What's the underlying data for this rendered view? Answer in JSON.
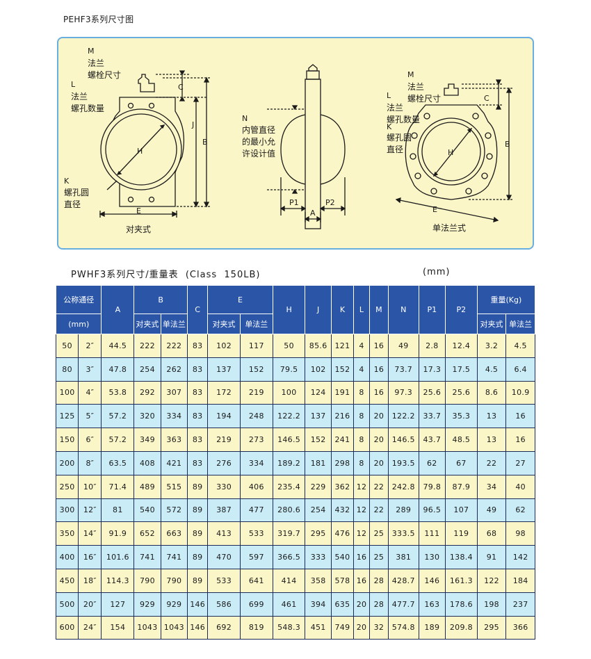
{
  "page_title": "PEHF3系列尺寸图",
  "diagram": {
    "wafer": {
      "caption": "对夹式",
      "m_letter": "M",
      "m_label1": "法兰",
      "m_label2": "螺栓尺寸",
      "l_letter": "L",
      "l_label1": "法兰",
      "l_label2": "螺孔数量",
      "k_letter": "K",
      "k_label1": "螺孔圆",
      "k_label2": "直径",
      "c": "C",
      "j": "J",
      "b": "B",
      "h": "H",
      "e": "E"
    },
    "side": {
      "n_letter": "N",
      "n_label1": "内管直径",
      "n_label2": "的最小允",
      "n_label3": "许设计值",
      "p1": "P1",
      "p2": "P2",
      "a": "A"
    },
    "lug": {
      "caption": "单法兰式",
      "m_letter": "M",
      "m_label1": "法兰",
      "m_label2": "螺栓尺寸",
      "l_letter": "L",
      "l_label1": "法兰",
      "l_label2": "螺孔数量",
      "k_letter": "K",
      "k_label1": "螺孔圆",
      "k_label2": "直径",
      "c": "C",
      "b": "B",
      "h": "H",
      "e": "E"
    }
  },
  "table_title": "PWHF3系列尺寸/重量表  (Class  150LB)",
  "table_unit": "(mm)",
  "headers": {
    "nominal": "公称通径",
    "nominal_unit": "(mm)",
    "a": "A",
    "b": "B",
    "c": "C",
    "e": "E",
    "h": "H",
    "j": "J",
    "k": "K",
    "l": "L",
    "m": "M",
    "n": "N",
    "p1": "P1",
    "p2": "P2",
    "weight": "重量(Kg)",
    "wafer": "对夹式",
    "lug": "单法兰"
  },
  "rows": [
    [
      "50",
      "2″",
      "44.5",
      "222",
      "222",
      "83",
      "102",
      "117",
      "50",
      "85.6",
      "121",
      "4",
      "16",
      "49",
      "2.8",
      "12.4",
      "3.2",
      "4.5"
    ],
    [
      "80",
      "3″",
      "47.8",
      "254",
      "262",
      "83",
      "137",
      "152",
      "79.5",
      "102",
      "152",
      "4",
      "16",
      "73.7",
      "17.3",
      "17.5",
      "4.5",
      "6.4"
    ],
    [
      "100",
      "4″",
      "53.8",
      "292",
      "307",
      "83",
      "172",
      "219",
      "100",
      "124",
      "191",
      "8",
      "16",
      "97.3",
      "25.6",
      "25.6",
      "8.6",
      "10.9"
    ],
    [
      "125",
      "5″",
      "57.2",
      "320",
      "334",
      "83",
      "194",
      "248",
      "122.2",
      "137",
      "216",
      "8",
      "20",
      "122.2",
      "33.7",
      "35.3",
      "13",
      "16"
    ],
    [
      "150",
      "6″",
      "57.2",
      "349",
      "363",
      "83",
      "219",
      "273",
      "146.5",
      "152",
      "241",
      "8",
      "20",
      "146.5",
      "43.7",
      "48.5",
      "13",
      "16"
    ],
    [
      "200",
      "8″",
      "63.5",
      "408",
      "421",
      "83",
      "276",
      "334",
      "189.2",
      "181",
      "298",
      "8",
      "20",
      "193.5",
      "62",
      "67",
      "22",
      "27"
    ],
    [
      "250",
      "10″",
      "71.4",
      "489",
      "515",
      "89",
      "330",
      "406",
      "235.4",
      "229",
      "362",
      "12",
      "22",
      "242.8",
      "79.8",
      "87.9",
      "34",
      "40"
    ],
    [
      "300",
      "12″",
      "81",
      "540",
      "572",
      "89",
      "387",
      "477",
      "280.6",
      "254",
      "432",
      "12",
      "22",
      "289",
      "96.5",
      "107",
      "49",
      "62"
    ],
    [
      "350",
      "14″",
      "91.9",
      "652",
      "663",
      "89",
      "413",
      "533",
      "319.7",
      "295",
      "476",
      "12",
      "25",
      "333.5",
      "111",
      "119",
      "68",
      "98"
    ],
    [
      "400",
      "16″",
      "101.6",
      "741",
      "741",
      "89",
      "470",
      "597",
      "366.5",
      "333",
      "540",
      "16",
      "25",
      "381",
      "130",
      "138.4",
      "91",
      "142"
    ],
    [
      "450",
      "18″",
      "114.3",
      "790",
      "790",
      "89",
      "533",
      "641",
      "414",
      "358",
      "578",
      "16",
      "28",
      "428.7",
      "146",
      "161.3",
      "122",
      "184"
    ],
    [
      "500",
      "20″",
      "127",
      "929",
      "929",
      "146",
      "586",
      "699",
      "461",
      "394",
      "635",
      "20",
      "28",
      "477.7",
      "163",
      "178.6",
      "198",
      "237"
    ],
    [
      "600",
      "24″",
      "154",
      "1043",
      "1043",
      "146",
      "692",
      "819",
      "548.3",
      "451",
      "749",
      "20",
      "32",
      "574.8",
      "189",
      "209.8",
      "295",
      "366"
    ]
  ]
}
